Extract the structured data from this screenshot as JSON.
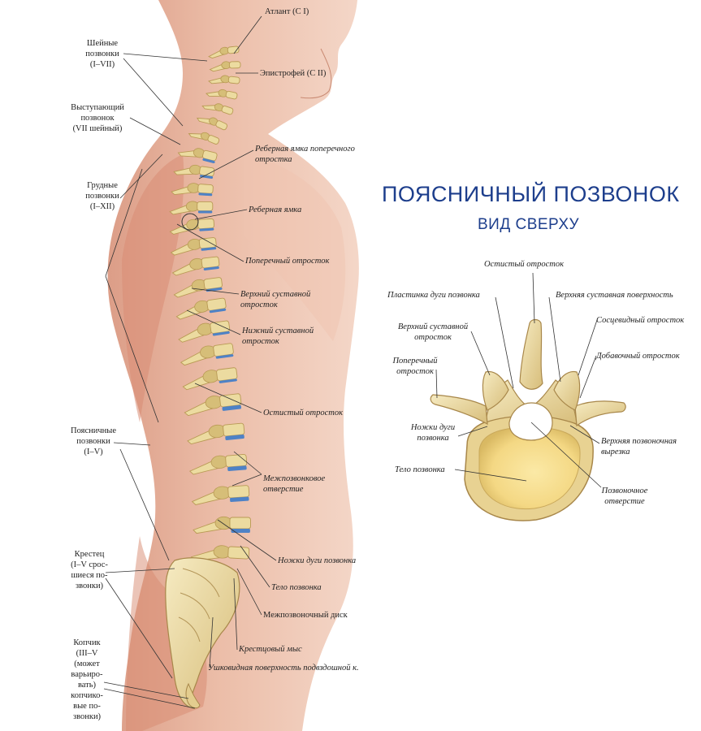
{
  "right_title": {
    "line1": "ПОЯСНИЧНЫЙ ПОЗВОНОК",
    "line2": "ВИД СВЕРХУ",
    "color": "#1d3e8c"
  },
  "colors": {
    "bone": "#ecdba0",
    "bone_dark": "#b99a55",
    "bone_shade": "#d6be78",
    "disc": "#4e82c6",
    "skin": "#e9b49c",
    "skin_dark": "#d48e76",
    "body_inner": "#f7df93"
  },
  "left_labels": {
    "cervical": [
      "Шейные",
      "позвонки",
      "(I–VII)"
    ],
    "prominens": [
      "Выступающий",
      "позвонок",
      "(VII шейный)"
    ],
    "thoracic": [
      "Грудные",
      "позвонки",
      "(I–XII)"
    ],
    "lumbar": [
      "Поясничные",
      "позвонки",
      "(I–V)"
    ],
    "sacrum": [
      "Крестец",
      "(I–V срос-",
      "шиеся по-",
      "звонки)"
    ],
    "coccyx": [
      "Копчик",
      "(III–V",
      "(может",
      "варьиро-",
      "вать)",
      "копчико-",
      "вые по-",
      "звонки)"
    ]
  },
  "spine_labels": {
    "atlas": "Атлант (C I)",
    "axis": "Эпистрофей (C II)",
    "costal_fovea_transverse": [
      "Реберная ямка поперечного",
      "отростка"
    ],
    "costal_fovea": "Реберная ямка",
    "transverse_process": "Поперечный отросток",
    "superior_articular": [
      "Верхний суставной",
      "отросток"
    ],
    "inferior_articular": [
      "Нижний суставной",
      "отросток"
    ],
    "spinous_process": "Остистый отросток",
    "intervertebral_foramen": [
      "Межпозвонковое",
      "отверстие"
    ],
    "pedicles": "Ножки дуги позвонка",
    "body": "Тело позвонка",
    "disc": "Межпозвоночный диск",
    "promontory": "Крестцовый мыс",
    "auricular_surface": "Ушковидная поверхность подвздошной к."
  },
  "vertebra_labels": {
    "spinous": "Остистый отросток",
    "lamina": "Пластинка дуги позвонка",
    "sup_articular_surface": "Верхняя суставная поверхность",
    "sup_articular_process": [
      "Верхний суставной",
      "отросток"
    ],
    "mammillary": "Сосцевидный отросток",
    "transverse": [
      "Поперечный",
      "отросток"
    ],
    "accessory": "Добавочный отросток",
    "pedicles": [
      "Ножки дуги",
      "позвонка"
    ],
    "sup_notch": [
      "Верхняя позвоночная",
      "вырезка"
    ],
    "body": "Тело позвонка",
    "foramen": [
      "Позвоночное",
      "отверстие"
    ]
  }
}
